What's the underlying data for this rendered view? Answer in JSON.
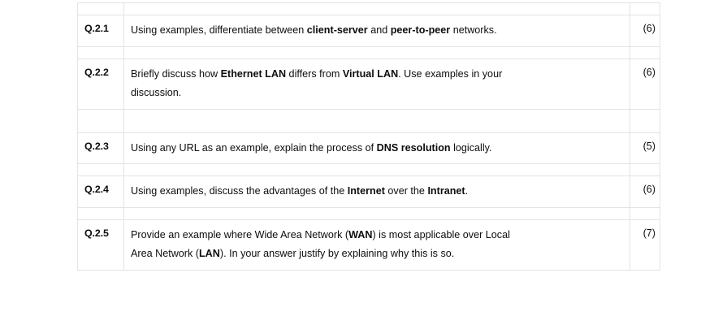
{
  "document": {
    "kind": "exam-question-table",
    "columns": [
      "question-number",
      "question-text",
      "marks"
    ]
  },
  "table": {
    "rows": [
      {
        "type": "spacer"
      },
      {
        "type": "question",
        "label": "Q.2.1",
        "marks": "(6)",
        "lines": [
          [
            {
              "text": "Using examples, differentiate between ",
              "bold": false
            },
            {
              "text": "client-server",
              "bold": true
            },
            {
              "text": " and ",
              "bold": false
            },
            {
              "text": "peer-to-peer",
              "bold": true
            },
            {
              "text": " networks.",
              "bold": false
            }
          ]
        ]
      },
      {
        "type": "spacer"
      },
      {
        "type": "question",
        "label": "Q.2.2",
        "marks": "(6)",
        "lines": [
          [
            {
              "text": "Briefly discuss how ",
              "bold": false
            },
            {
              "text": "Ethernet LAN",
              "bold": true
            },
            {
              "text": " differs from ",
              "bold": false
            },
            {
              "text": "Virtual LAN",
              "bold": true
            },
            {
              "text": ". Use examples in your",
              "bold": false
            }
          ],
          [
            {
              "text": "discussion.",
              "bold": false
            }
          ]
        ]
      },
      {
        "type": "spacer-tall"
      },
      {
        "type": "question",
        "label": "Q.2.3",
        "marks": "(5)",
        "lines": [
          [
            {
              "text": "Using any URL as an example, explain the process of ",
              "bold": false
            },
            {
              "text": "DNS resolution",
              "bold": true
            },
            {
              "text": " logically.",
              "bold": false
            }
          ]
        ]
      },
      {
        "type": "spacer"
      },
      {
        "type": "question",
        "label": "Q.2.4",
        "marks": "(6)",
        "lines": [
          [
            {
              "text": "Using examples, discuss the advantages of the ",
              "bold": false
            },
            {
              "text": "Internet",
              "bold": true
            },
            {
              "text": " over the ",
              "bold": false
            },
            {
              "text": "Intranet",
              "bold": true
            },
            {
              "text": ".",
              "bold": false
            }
          ]
        ]
      },
      {
        "type": "spacer"
      },
      {
        "type": "question",
        "label": "Q.2.5",
        "marks": "(7)",
        "lines": [
          [
            {
              "text": "Provide an example where Wide Area Network (",
              "bold": false
            },
            {
              "text": "WAN",
              "bold": true
            },
            {
              "text": ") is most applicable over Local",
              "bold": false
            }
          ],
          [
            {
              "text": "Area Network (",
              "bold": false
            },
            {
              "text": "LAN",
              "bold": true
            },
            {
              "text": "). In your answer justify by explaining why this is so.",
              "bold": false
            }
          ]
        ]
      }
    ]
  },
  "style": {
    "border_color": "#e3e3e3",
    "text_color": "#0d0d0d",
    "page_background": "#ffffff"
  }
}
